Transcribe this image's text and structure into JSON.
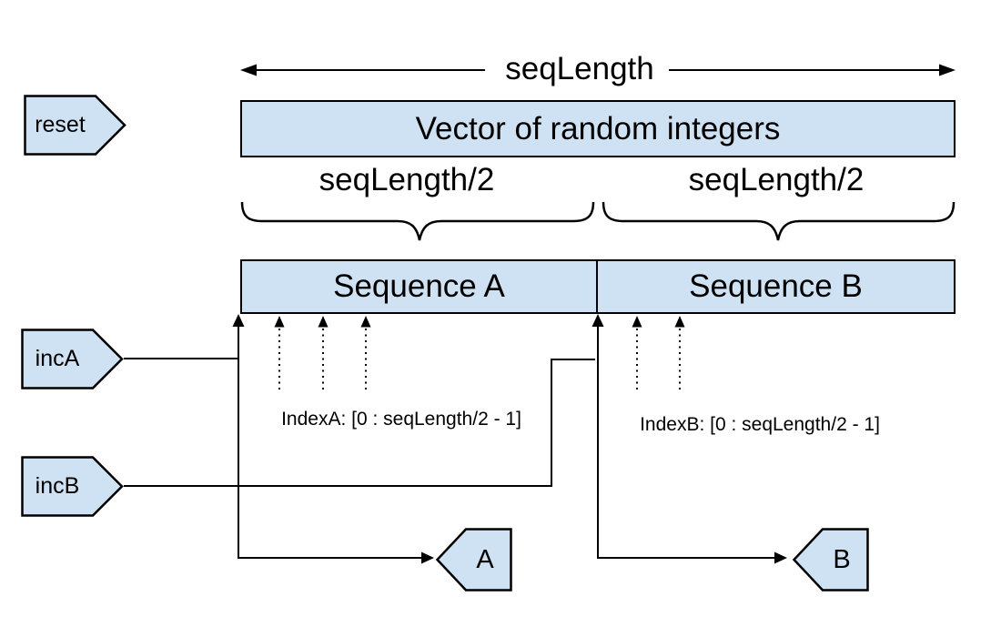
{
  "colors": {
    "background": "#ffffff",
    "shape_fill": "#cfe2f3",
    "shape_stroke": "#000000",
    "line": "#000000"
  },
  "diagram": {
    "top_arrow_label": "seqLength",
    "vector_box_label": "Vector of random integers",
    "left_half_label": "seqLength/2",
    "right_half_label": "seqLength/2",
    "sequence_a_label": "Sequence A",
    "sequence_b_label": "Sequence B",
    "index_a_label": "IndexA: [0 : seqLength/2 - 1]",
    "index_b_label": "IndexB: [0 : seqLength/2 - 1]",
    "input_tags": [
      {
        "label": "reset"
      },
      {
        "label": "incA"
      },
      {
        "label": "incB"
      }
    ],
    "output_tags": [
      {
        "label": "A"
      },
      {
        "label": "B"
      }
    ]
  }
}
